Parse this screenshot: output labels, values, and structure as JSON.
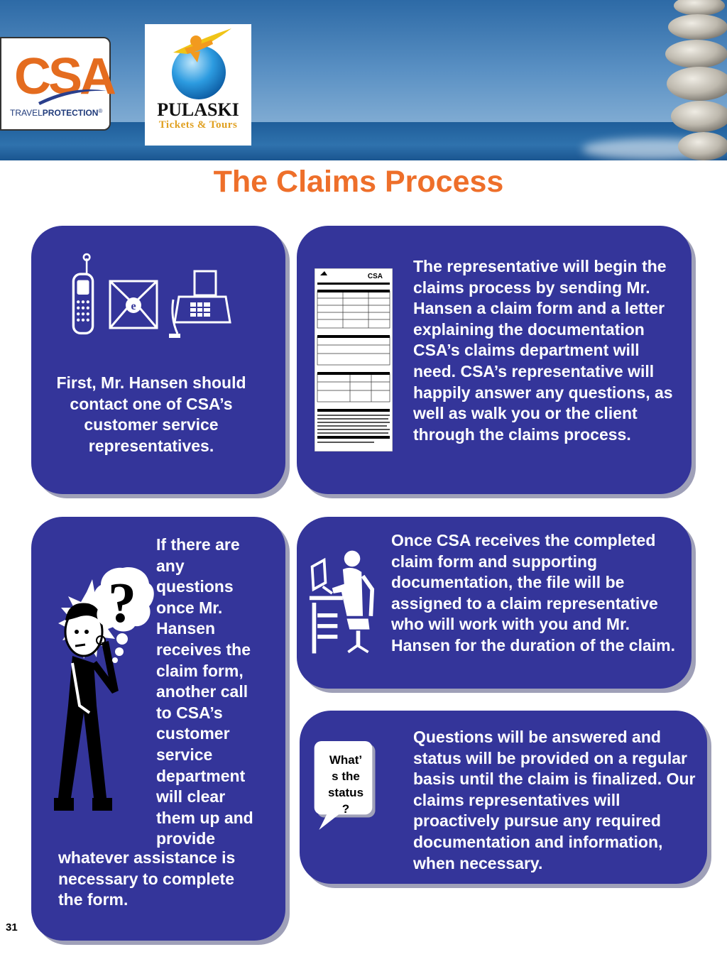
{
  "header": {
    "csa_logo": {
      "mark": "CSA",
      "tagline_light": "TRAVEL",
      "tagline_bold": "PROTECTION",
      "registered": "®"
    },
    "pulaski_logo": {
      "name": "PULASKI",
      "tagline": "Tickets & Tours"
    }
  },
  "title": "The Claims Process",
  "panels": {
    "contact": {
      "text": "First, Mr. Hansen should contact one of CSA’s customer service representatives."
    },
    "claim_form": {
      "text": "The representative will begin the claims process by sending Mr. Hansen a claim form and a letter explaining the documentation CSA’s claims department will need. CSA’s representative will happily answer any questions, as well as walk you or the client through the claims process."
    },
    "questions": {
      "lines": [
        "If there are",
        "any",
        "questions",
        "once Mr.",
        "Hansen",
        "receives the",
        "claim form,",
        "another call",
        "to CSA’s",
        "customer",
        "service",
        "department",
        "will clear",
        "them up and",
        "provide"
      ],
      "tail_lines": [
        "whatever assistance is",
        "necessary to complete",
        "the form."
      ]
    },
    "assigned": {
      "text": "Once CSA receives the completed claim form and supporting documentation, the file will be assigned to a claim representative who will work with you and Mr. Hansen for the duration of the claim."
    },
    "status": {
      "text": "Questions will be answered and status will be provided on a regular basis until the claim is finalized. Our claims representatives will proactively pursue any required documentation and information, when necessary.",
      "bubble_lines": [
        "What’",
        "s the",
        "status",
        "?"
      ]
    }
  },
  "page_number": "31",
  "icons": [
    "cell-phone-icon",
    "email-envelope-icon",
    "fax-machine-icon",
    "claim-form-document-icon",
    "thinking-person-icon",
    "question-mark-icon",
    "computer-worker-icon",
    "speech-bubble-icon"
  ],
  "colors": {
    "panel": "#34359a",
    "title": "#ee6f2a",
    "logo_orange": "#e46c1f"
  }
}
